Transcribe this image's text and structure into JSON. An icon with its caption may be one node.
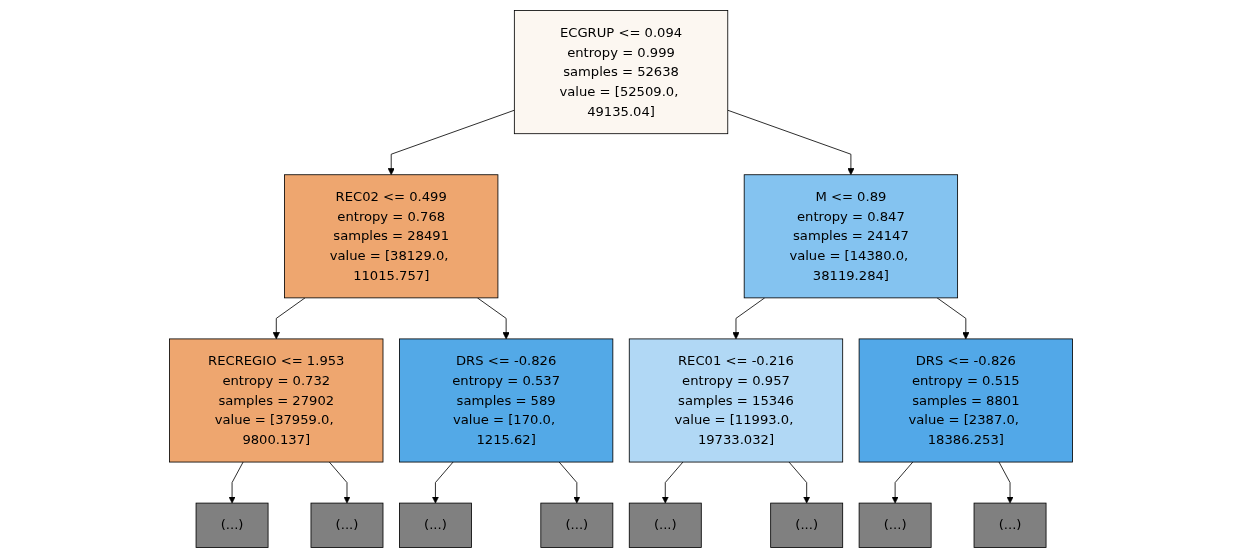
{
  "diagram": {
    "nodes": [
      {
        "text": [
          "ECGRUP <= 0.094",
          "entropy = 0.999",
          "samples = 52638",
          "value = [52509.0, 49135.04]"
        ]
      },
      {
        "text": [
          "REC02 <= 0.499",
          "entropy = 0.768",
          "samples = 28491",
          "value = [38129.0, 11015.757]"
        ]
      },
      {
        "text": [
          "M <= 0.89",
          "entropy = 0.847",
          "samples = 24147",
          "value = [14380.0, 38119.284]"
        ]
      },
      {
        "text": [
          "RECREGIO <= 1.953",
          "entropy = 0.732",
          "samples = 27902",
          "value = [37959.0, 9800.137]"
        ]
      },
      {
        "text": [
          "DRS <= -0.826",
          "entropy = 0.537",
          "samples = 589",
          "value = [170.0, 1215.62]"
        ]
      },
      {
        "text": [
          "REC01 <= -0.216",
          "entropy = 0.957",
          "samples = 15346",
          "value = [11993.0, 19733.032]"
        ]
      },
      {
        "text": [
          "DRS <= -0.826",
          "entropy = 0.515",
          "samples = 8801",
          "value = [2387.0, 18386.253]"
        ]
      },
      {
        "text": [
          "(...)"
        ]
      },
      {
        "text": [
          "(...)"
        ]
      },
      {
        "text": [
          "(...)"
        ]
      },
      {
        "text": [
          "(...)"
        ]
      },
      {
        "text": [
          "(...)"
        ]
      },
      {
        "text": [
          "(...)"
        ]
      },
      {
        "text": [
          "(...)"
        ]
      },
      {
        "text": [
          "(...)"
        ]
      }
    ],
    "edges": [
      {
        "from": 0,
        "to": 1,
        "arrow": "to"
      },
      {
        "from": 0,
        "to": 2,
        "arrow": "to"
      },
      {
        "from": 1,
        "to": 3,
        "arrow": "to"
      },
      {
        "from": 1,
        "to": 4,
        "arrow": "to"
      },
      {
        "from": 2,
        "to": 5,
        "arrow": "to"
      },
      {
        "from": 2,
        "to": 6,
        "arrow": "to"
      },
      {
        "from": 3,
        "to": 7,
        "arrow": "to"
      },
      {
        "from": 3,
        "to": 8,
        "arrow": "to"
      },
      {
        "from": 4,
        "to": 9,
        "arrow": "to"
      },
      {
        "from": 4,
        "to": 10,
        "arrow": "to"
      },
      {
        "from": 5,
        "to": 11,
        "arrow": "to"
      },
      {
        "from": 5,
        "to": 12,
        "arrow": "to"
      },
      {
        "from": 6,
        "to": 13,
        "arrow": "to"
      },
      {
        "from": 6,
        "to": 14,
        "arrow": "to"
      }
    ]
  }
}
